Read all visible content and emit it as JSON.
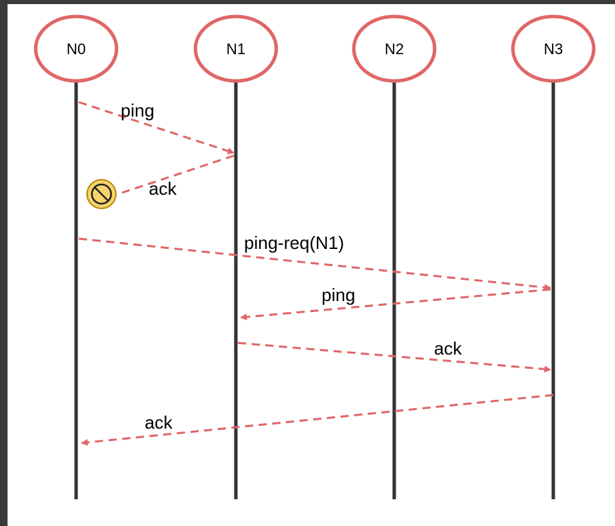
{
  "diagram": {
    "nodes": [
      "N0",
      "N1",
      "N2",
      "N3"
    ],
    "messages": [
      {
        "label": "ping",
        "from": "N0",
        "to": "N1",
        "lost": false
      },
      {
        "label": "ack",
        "from": "N1",
        "to": "N0",
        "lost": true
      },
      {
        "label": "ping-req(N1)",
        "from": "N0",
        "to": "N3",
        "lost": false
      },
      {
        "label": "ping",
        "from": "N3",
        "to": "N1",
        "lost": false
      },
      {
        "label": "ack",
        "from": "N1",
        "to": "N3",
        "lost": false
      },
      {
        "label": "ack",
        "from": "N3",
        "to": "N0",
        "lost": false
      }
    ],
    "colors": {
      "node_stroke": "#e06666",
      "arrow": "#e06666",
      "lifeline": "#333333",
      "blocked_fill": "#f6d46b",
      "blocked_stroke": "#b8860b"
    },
    "blocked_icon": "prohibited-icon"
  }
}
